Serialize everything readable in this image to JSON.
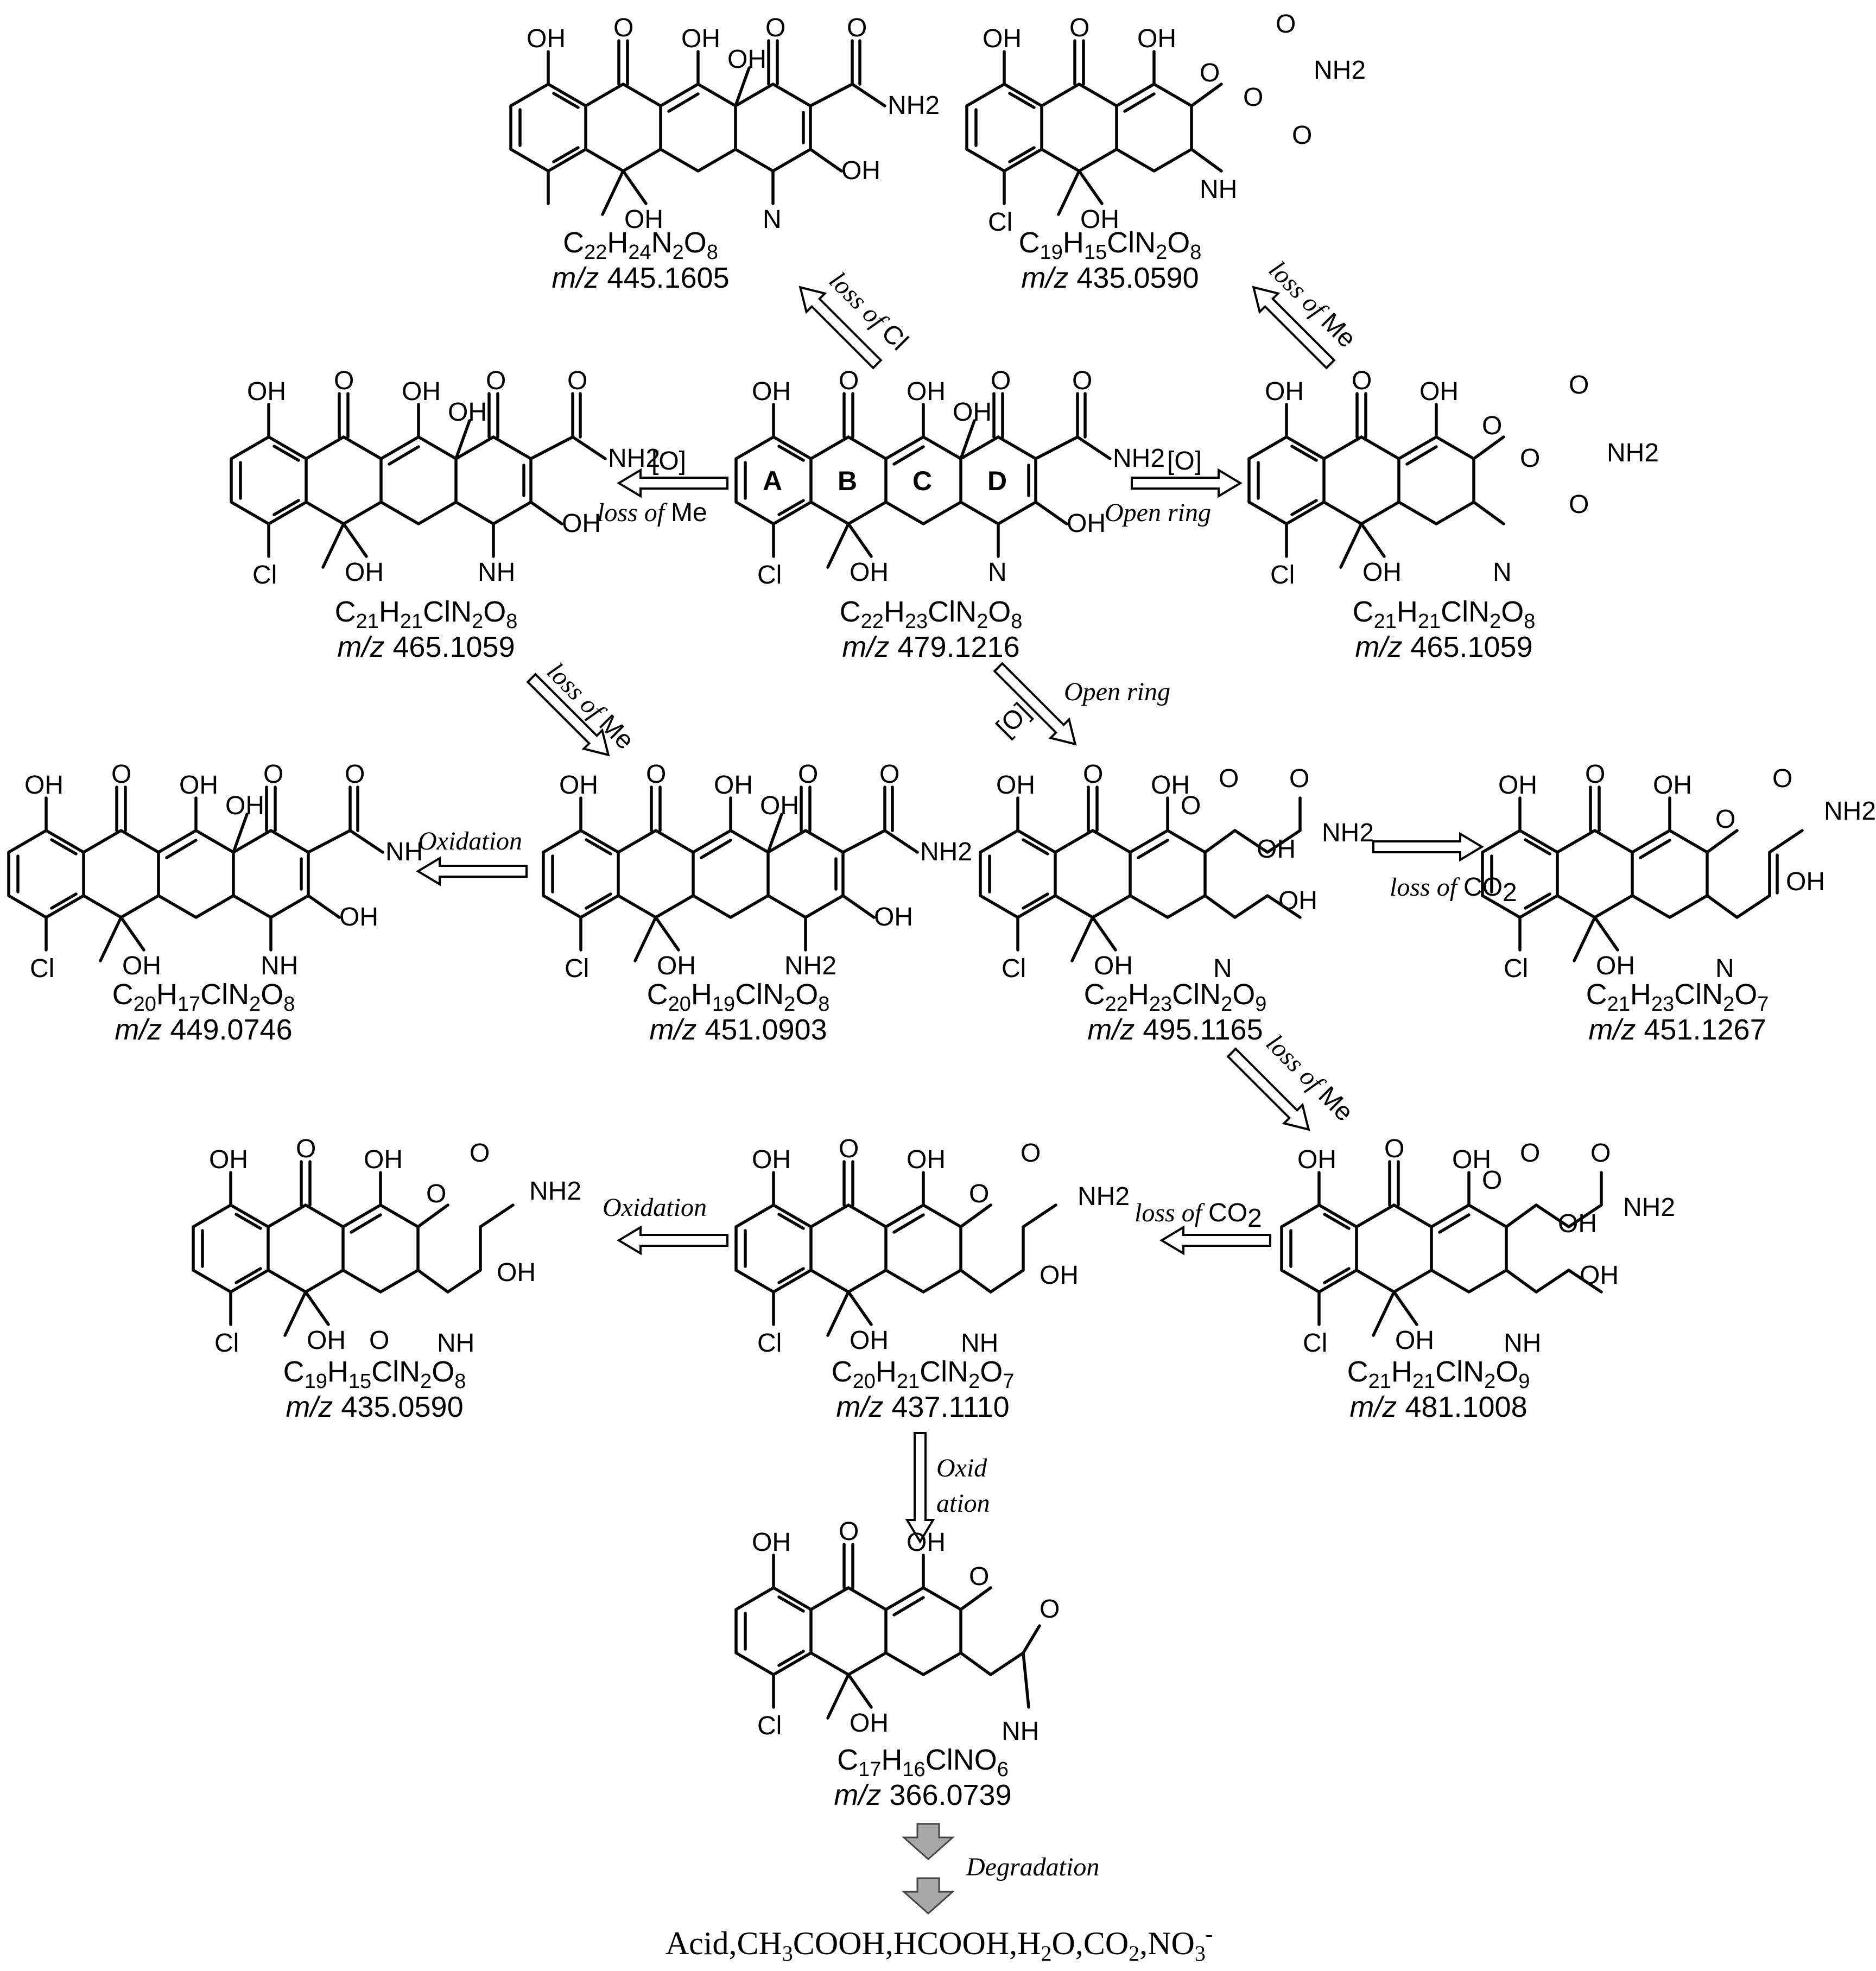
{
  "scheme": {
    "atom_labels": {
      "OH": "OH",
      "O": "O",
      "NH2": "NH2",
      "NH": "NH",
      "N": "N",
      "Cl": "Cl",
      "ring_A": "A",
      "ring_B": "B",
      "ring_C": "C",
      "ring_D": "D"
    },
    "compounds": [
      {
        "id": "c1",
        "formula_parts": [
          "C",
          "22",
          "H",
          "24",
          "N",
          "2",
          "O",
          "8"
        ],
        "mz_label": "m/z",
        "mz_value": "445.1605"
      },
      {
        "id": "c2",
        "formula_parts": [
          "C",
          "19",
          "H",
          "15",
          "ClN",
          "2",
          "O",
          "8"
        ],
        "mz_label": "m/z",
        "mz_value": "435.0590"
      },
      {
        "id": "c3",
        "formula_parts": [
          "C",
          "21",
          "H",
          "21",
          "ClN",
          "2",
          "O",
          "8"
        ],
        "mz_label": "m/z",
        "mz_value": "465.1059"
      },
      {
        "id": "c4",
        "formula_parts": [
          "C",
          "22",
          "H",
          "23",
          "ClN",
          "2",
          "O",
          "8"
        ],
        "mz_label": "m/z",
        "mz_value": "479.1216"
      },
      {
        "id": "c5",
        "formula_parts": [
          "C",
          "21",
          "H",
          "21",
          "ClN",
          "2",
          "O",
          "8"
        ],
        "mz_label": "m/z",
        "mz_value": "465.1059"
      },
      {
        "id": "c6",
        "formula_parts": [
          "C",
          "20",
          "H",
          "17",
          "ClN",
          "2",
          "O",
          "8"
        ],
        "mz_label": "m/z",
        "mz_value": "449.0746"
      },
      {
        "id": "c7",
        "formula_parts": [
          "C",
          "20",
          "H",
          "19",
          "ClN",
          "2",
          "O",
          "8"
        ],
        "mz_label": "m/z",
        "mz_value": "451.0903"
      },
      {
        "id": "c8",
        "formula_parts": [
          "C",
          "22",
          "H",
          "23",
          "ClN",
          "2",
          "O",
          "9"
        ],
        "mz_label": "m/z",
        "mz_value": "495.1165"
      },
      {
        "id": "c9",
        "formula_parts": [
          "C",
          "21",
          "H",
          "23",
          "ClN",
          "2",
          "O",
          "7"
        ],
        "mz_label": "m/z",
        "mz_value": "451.1267"
      },
      {
        "id": "c10",
        "formula_parts": [
          "C",
          "19",
          "H",
          "15",
          "ClN",
          "2",
          "O",
          "8"
        ],
        "mz_label": "m/z",
        "mz_value": "435.0590"
      },
      {
        "id": "c11",
        "formula_parts": [
          "C",
          "20",
          "H",
          "21",
          "ClN",
          "2",
          "O",
          "7"
        ],
        "mz_label": "m/z",
        "mz_value": "437.1110"
      },
      {
        "id": "c12",
        "formula_parts": [
          "C",
          "21",
          "H",
          "21",
          "ClN",
          "2",
          "O",
          "9"
        ],
        "mz_label": "m/z",
        "mz_value": "481.1008"
      },
      {
        "id": "c13",
        "formula_parts": [
          "C",
          "17",
          "H",
          "16",
          "ClNO",
          "6"
        ],
        "mz_label": "m/z",
        "mz_value": "366.0739"
      }
    ],
    "arrows": {
      "loss_of_cl": {
        "italic": "loss of",
        "plain": "Cl"
      },
      "loss_of_me_top": {
        "italic": "loss of",
        "plain": "Me"
      },
      "o_left": {
        "plain": "[O]"
      },
      "loss_of_me_left": {
        "italic": "loss of",
        "plain": "Me"
      },
      "o_right": {
        "plain": "[O]"
      },
      "open_ring_right": {
        "italic": "Open ring"
      },
      "loss_of_me_mid": {
        "italic": "loss of",
        "plain": "Me"
      },
      "open_ring_mid": {
        "italic": "Open ring"
      },
      "o_mid": {
        "plain": "[O]"
      },
      "oxidation_left": {
        "italic": "Oxidation"
      },
      "loss_of_co2_right": {
        "italic": "loss of",
        "plain": "CO",
        "sub": "2"
      },
      "loss_of_me_lower": {
        "italic": "loss of",
        "plain": "Me"
      },
      "oxidation_lower": {
        "italic": "Oxidation"
      },
      "loss_of_co2_lower": {
        "italic": "loss of",
        "plain": "CO",
        "sub": "2"
      },
      "oxidation_vertical": {
        "line1": "Oxid",
        "line2": "ation"
      },
      "degradation": {
        "italic": "Degradation"
      }
    },
    "final_products": {
      "text": "Acid,CH",
      "sub1": "3",
      "text2": "COOH,HCOOH,H",
      "sub2": "2",
      "text3": "O,CO",
      "sub3": "2",
      "text4": ",NO",
      "sub4": "3",
      "sup": "-"
    }
  }
}
